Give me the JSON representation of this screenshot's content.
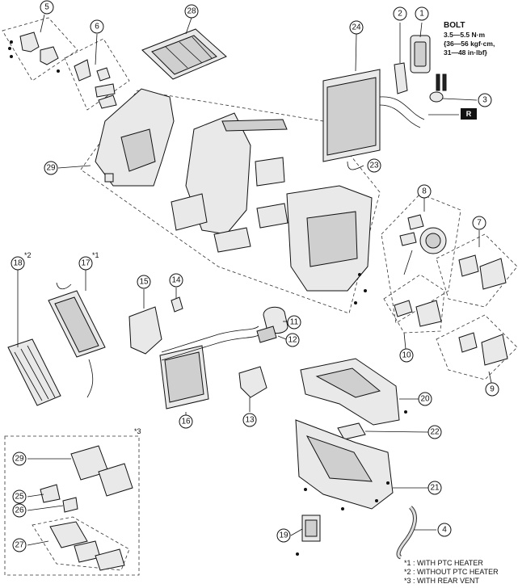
{
  "bolt": {
    "title": "BOLT",
    "spec_lines": [
      "3.5—5.5 N·m",
      "{36—56 kgf·cm,",
      "31—48 in·lbf}"
    ]
  },
  "reference_box": "R",
  "callouts": [
    "1",
    "2",
    "3",
    "4",
    "5",
    "6",
    "7",
    "8",
    "9",
    "10",
    "11",
    "12",
    "13",
    "14",
    "15",
    "16",
    "17",
    "18",
    "19",
    "20",
    "21",
    "22",
    "23",
    "24",
    "25",
    "26",
    "27",
    "28",
    "29",
    "29"
  ],
  "asterisks": {
    "part18": "*2",
    "part17": "*1",
    "rear_vent": "*3"
  },
  "notes": [
    "*1 : WITH PTC HEATER",
    "*2 : WITHOUT PTC HEATER",
    "*3 : WITH REAR VENT"
  ]
}
